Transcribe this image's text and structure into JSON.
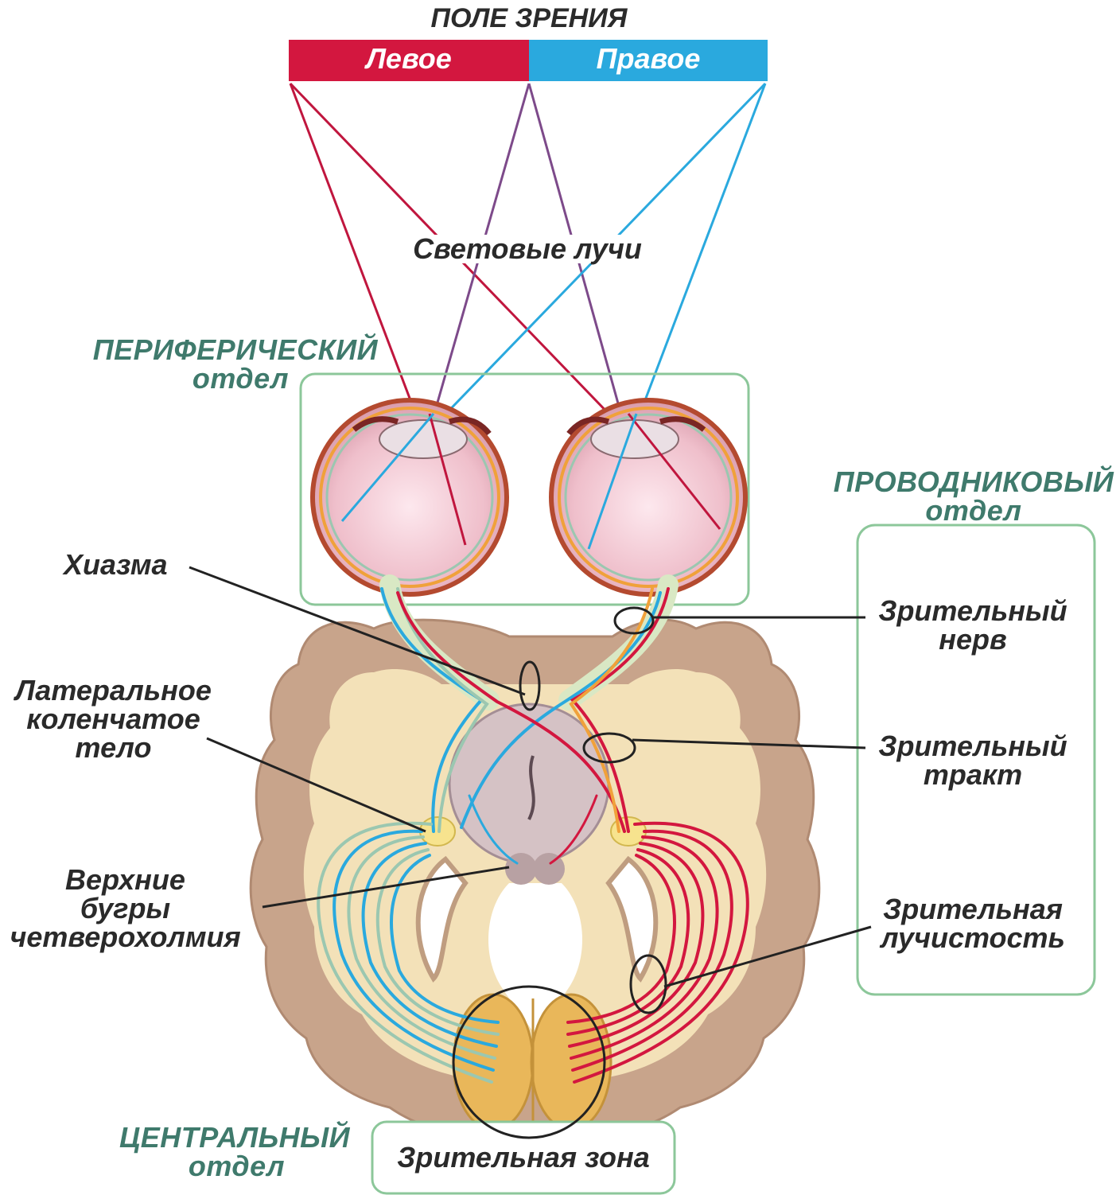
{
  "title": "ПОЛЕ ЗРЕНИЯ",
  "field": {
    "left": "Левое",
    "right": "Правое",
    "left_color": "#d3173f",
    "right_color": "#2aa9de"
  },
  "rays_label": "Световые лучи",
  "sections": {
    "peripheral": {
      "line1": "ПЕРИФЕРИЧЕСКИЙ",
      "line2": "отдел"
    },
    "conductive": {
      "line1": "ПРОВОДНИКОВЫЙ",
      "line2": "отдел"
    },
    "central": {
      "line1": "ЦЕНТРАЛЬНЫЙ",
      "line2": "отдел"
    }
  },
  "labels": {
    "chiasm": "Хиазма",
    "lgb": [
      "Латеральное",
      "коленчатое",
      "тело"
    ],
    "colliculi": [
      "Верхние",
      "бугры",
      "четверохолмия"
    ],
    "optic_nerve": [
      "Зрительный",
      "нерв"
    ],
    "optic_tract": [
      "Зрительный",
      "тракт"
    ],
    "radiation": [
      "Зрительная",
      "лучистость"
    ],
    "visual_zone": "Зрительная зона"
  },
  "colors": {
    "section_green": "#3f7a6c",
    "box_green": "#8cc79a",
    "brain_tan": "#c8a48b",
    "white_matter": "#f3e1b8",
    "eyeball_pink": "#f2c9d1"
  }
}
